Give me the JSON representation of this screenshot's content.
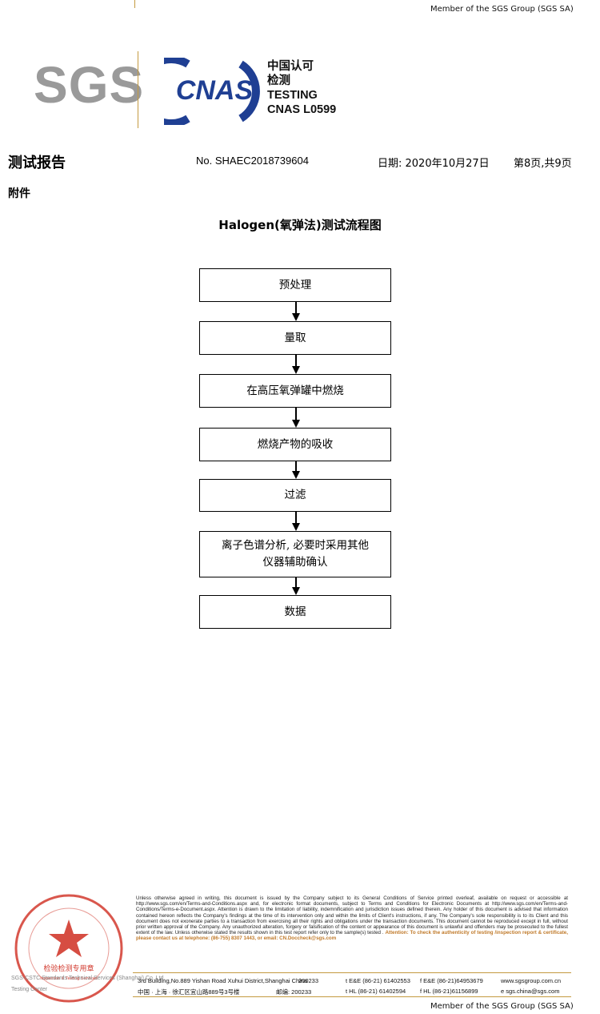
{
  "header": {
    "member": "Member of the SGS Group (SGS SA)",
    "sgs_logo": "SGS",
    "cnas_logo": "CNAS",
    "cnas_lines": [
      "中国认可",
      "检测",
      "TESTING",
      "CNAS L0599"
    ]
  },
  "report": {
    "title": "测试报告",
    "number": "No. SHAEC2018739604",
    "date": "日期: 2020年10月27日",
    "page": "第8页,共9页",
    "attachment": "附件"
  },
  "flowchart": {
    "title": "Halogen(氧弹法)测试流程图",
    "steps": [
      {
        "lines": [
          "预处理"
        ]
      },
      {
        "lines": [
          "量取"
        ]
      },
      {
        "lines": [
          "在高压氧弹罐中燃烧"
        ]
      },
      {
        "lines": [
          "燃烧产物的吸收"
        ]
      },
      {
        "lines": [
          "过滤"
        ]
      },
      {
        "lines": [
          "离子色谱分析, 必要时采用其他",
          "仪器辅助确认"
        ]
      },
      {
        "lines": [
          "数据"
        ]
      }
    ]
  },
  "footer": {
    "stamp_text": "检验检测专用章",
    "stamp_en": "Inspection & Testing Services",
    "stamp_org": "SGS-CSTC Standards Technical Services (Shanghai) Co.,Ltd.",
    "stamp_center": "Testing Center",
    "disclaimer": "Unless otherwise agreed in writing, this document is issued by the Company subject to its General Conditions of Service printed overleaf, available on request or accessible at http://www.sgs.com/en/Terms-and-Conditions.aspx and, for electronic format documents, subject to Terms and Conditions for Electronic Documents at http://www.sgs.com/en/Terms-and-Conditions/Terms-e-Document.aspx. Attention is drawn to the limitation of liability, indemnification and jurisdiction issues defined therein. Any holder of this document is advised that information contained hereon reflects the Company's findings at the time of its intervention only and within the limits of Client's instructions, if any. The Company's sole responsibility is to its Client and this document does not exonerate parties to a transaction from exercising all their rights and obligations under the transaction documents. This document cannot be reproduced except in full, without prior written approval of the Company. Any unauthorized alteration, forgery or falsification of the content or appearance of this document is unlawful and offenders may be prosecuted to the fullest extent of the law. Unless otherwise stated the results shown in this test report refer only to the sample(s) tested .",
    "attention": "Attention: To check the authenticity of testing /inspection report & certificate, please contact us at telephone: (86-755) 8307 1443, or email: CN.Doccheck@sgs.com",
    "address_en": "3rd Building,No.889 Yishan Road Xuhui District,Shanghai China",
    "zip_en": "200233",
    "tel_en": "t E&E (86-21) 61402553",
    "fax_en": "f E&E (86-21)64953679",
    "web": "www.sgsgroup.com.cn",
    "address_cn": "中国 · 上海 · 徐汇区宜山路889号3号楼",
    "zip_cn": "邮编: 200233",
    "tel_cn": "t HL (86-21) 61402594",
    "fax_cn": "f HL (86-21)61156899",
    "email": "e sgs.china@sgs.com",
    "member": "Member of the SGS Group (SGS SA)"
  }
}
